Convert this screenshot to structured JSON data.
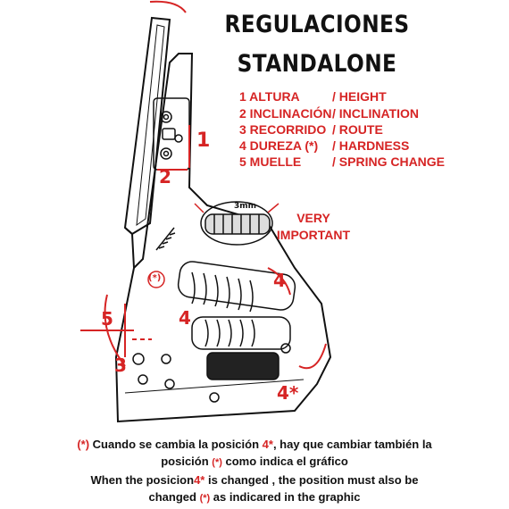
{
  "title": {
    "line1": "REGULACIONES",
    "line2": "STANDALONE"
  },
  "legend": [
    {
      "es": "1 ALTURA",
      "en": "/ HEIGHT"
    },
    {
      "es": "2 INCLINACIÓN",
      "en": "/ INCLINATION"
    },
    {
      "es": "3 RECORRIDO",
      "en": "/ ROUTE"
    },
    {
      "es": "4 DUREZA (*)",
      "en": "/ HARDNESS"
    },
    {
      "es": "5 MUELLE",
      "en": "/ SPRING CHANGE"
    }
  ],
  "callout": {
    "line1": "VERY",
    "line2": "IMPORTANT",
    "measure": "3mm"
  },
  "diagram_labels": {
    "n1": "1",
    "n2": "2",
    "n3": "3",
    "n4a": "4",
    "n4b": "4",
    "n4star": "4*",
    "n5": "5",
    "ast": "(*)"
  },
  "note_es": {
    "mark": "(*)",
    "part1": " Cuando se cambia la posición ",
    "pos": "4*",
    "part2": ", hay que cambiar también la",
    "part3": "posición ",
    "mark2": "(*)",
    "part4": " como indica el gráfico"
  },
  "note_en": {
    "part1": "When the posicion",
    "pos": "4*",
    "part2": " is changed , the position must also be",
    "part3": "changed ",
    "mark": "(*)",
    "part4": " as indicared in the graphic"
  },
  "colors": {
    "accent": "#d62424",
    "ink": "#111111"
  }
}
